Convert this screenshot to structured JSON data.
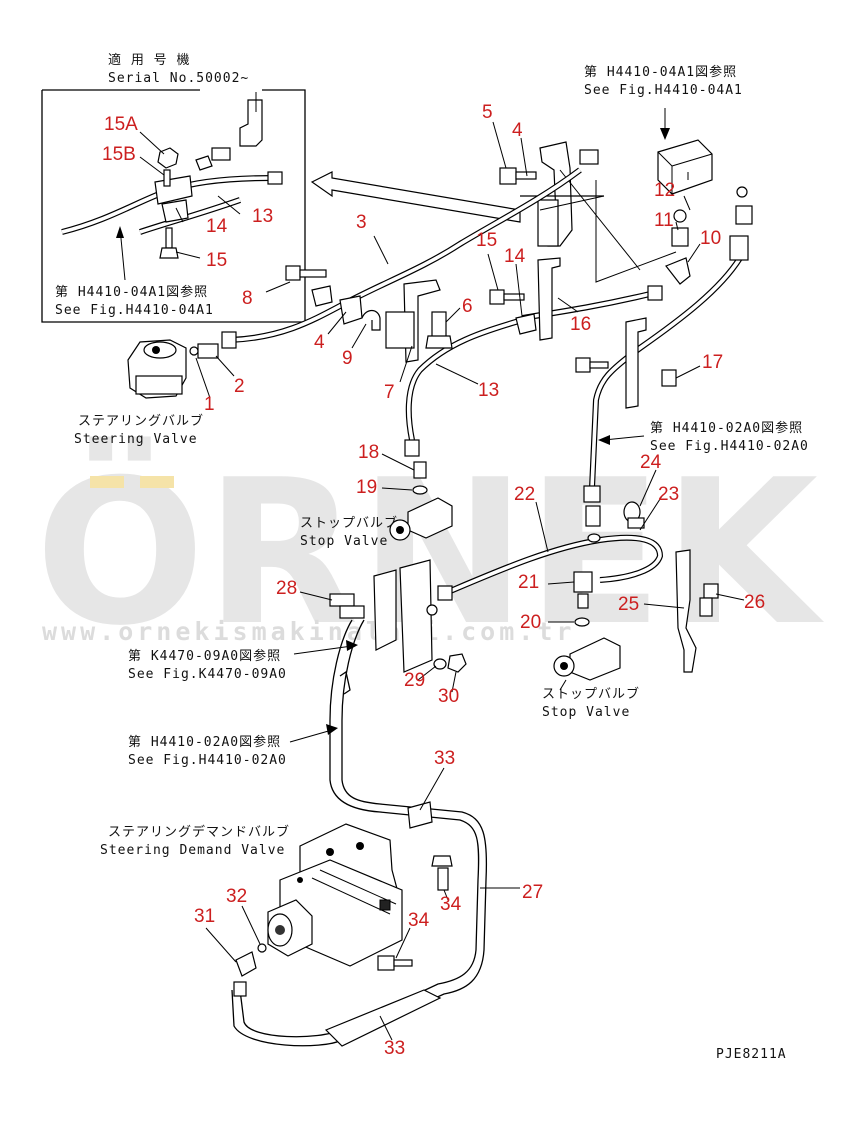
{
  "watermark": {
    "brand": "ÖRNEK",
    "url": "www.ornekismakinalari.com.tr",
    "dot_color": "#f5e3a8"
  },
  "drawing_code": "PJE8211A",
  "inset": {
    "serial_jp": "適 用 号 機",
    "serial_en": "Serial No.50002~",
    "ref_jp": "第 H4410-04A1図参照",
    "ref_en": "See Fig.H4410-04A1"
  },
  "notes": {
    "top_ref_jp": "第 H4410-04A1図参照",
    "top_ref_en": "See Fig.H4410-04A1",
    "steering_valve_jp": "ステアリングバルブ",
    "steering_valve_en": "Steering Valve",
    "stop_valve_top_jp": "ストップバルブ",
    "stop_valve_top_en": "Stop Valve",
    "ref_02a0_right_jp": "第 H4410-02A0図参照",
    "ref_02a0_right_en": "See Fig.H4410-02A0",
    "ref_09a0_jp": "第 K4470-09A0図参照",
    "ref_09a0_en": "See Fig.K4470-09A0",
    "stop_valve_bottom_jp": "ストップバルブ",
    "stop_valve_bottom_en": "Stop Valve",
    "ref_02a0_left_jp": "第 H4410-02A0図参照",
    "ref_02a0_left_en": "See Fig.H4410-02A0",
    "demand_valve_jp": "ステアリングデマンドバルブ",
    "demand_valve_en": "Steering Demand Valve"
  },
  "callouts": {
    "c15a": "15A",
    "c15b": "15B",
    "c14_inset": "14",
    "c13_inset": "13",
    "c15_inset": "15",
    "c5": "5",
    "c4_top": "4",
    "c12": "12",
    "c11": "11",
    "c10": "10",
    "c3": "3",
    "c8": "8",
    "c15": "15",
    "c14": "14",
    "c6": "6",
    "c16": "16",
    "c4": "4",
    "c9": "9",
    "c7": "7",
    "c13": "13",
    "c17": "17",
    "c2": "2",
    "c1": "1",
    "c18": "18",
    "c19": "19",
    "c22": "22",
    "c24": "24",
    "c23": "23",
    "c21": "21",
    "c20": "20",
    "c25": "25",
    "c26": "26",
    "c28": "28",
    "c29": "29",
    "c30": "30",
    "c33_top": "33",
    "c27": "27",
    "c31": "31",
    "c32": "32",
    "c34_right": "34",
    "c34": "34",
    "c33_bottom": "33"
  }
}
